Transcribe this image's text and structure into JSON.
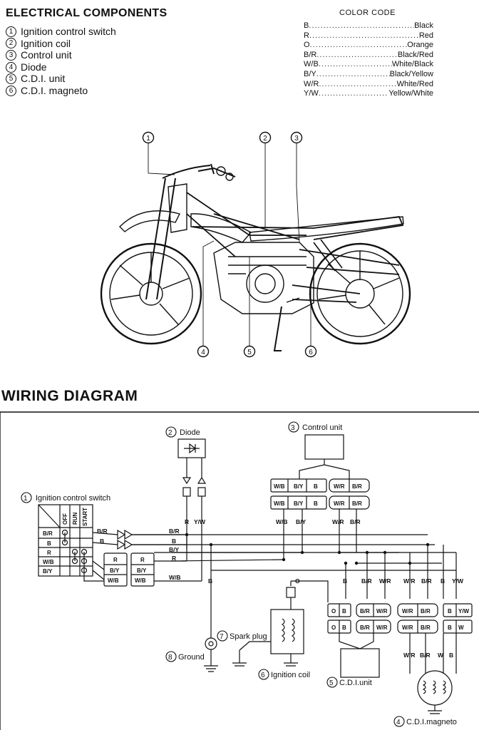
{
  "header": {
    "title": "ELECTRICAL COMPONENTS",
    "components": [
      {
        "num": "1",
        "label": "Ignition control switch"
      },
      {
        "num": "2",
        "label": "Ignition coil"
      },
      {
        "num": "3",
        "label": "Control unit"
      },
      {
        "num": "4",
        "label": "Diode"
      },
      {
        "num": "5",
        "label": "C.D.I. unit"
      },
      {
        "num": "6",
        "label": "C.D.I. magneto"
      }
    ]
  },
  "color_code": {
    "title": "COLOR CODE",
    "entries": [
      {
        "code": "B",
        "name": "Black"
      },
      {
        "code": "R",
        "name": "Red"
      },
      {
        "code": "O",
        "name": "Orange"
      },
      {
        "code": "B/R",
        "name": "Black/Red"
      },
      {
        "code": "W/B",
        "name": "White/Black"
      },
      {
        "code": "B/Y",
        "name": "Black/Yellow"
      },
      {
        "code": "W/R",
        "name": "White/Red"
      },
      {
        "code": "Y/W",
        "name": "Yellow/White"
      }
    ]
  },
  "bike_callouts": [
    "1",
    "2",
    "3",
    "4",
    "5",
    "6"
  ],
  "wiring": {
    "title": "WIRING DIAGRAM",
    "labels": {
      "diode": "Diode",
      "diode_num": "2",
      "control_unit": "Control unit",
      "control_unit_num": "3",
      "switch": "Ignition control switch",
      "switch_num": "1",
      "spark_plug": "Spark plug",
      "spark_plug_num": "7",
      "ground": "Ground",
      "ground_num": "8",
      "ignition_coil": "Ignition coil",
      "ignition_coil_num": "6",
      "cdi_unit": "C.D.I.unit",
      "cdi_unit_num": "5",
      "cdi_magneto": "C.D.I.magneto",
      "cdi_magneto_num": "4"
    },
    "switch_table": {
      "columns": [
        "OFF",
        "RUN",
        "START"
      ],
      "rows": [
        "B/R",
        "B",
        "R",
        "W/B",
        "B/Y"
      ]
    },
    "wire_labels": {
      "diode_r": "R",
      "diode_yw": "Y/W",
      "cu_wb": "W/B",
      "cu_by": "B/Y",
      "cu_wr": "W/R",
      "cu_br": "B/R",
      "bus_br": "B/R",
      "bus_b": "B",
      "bus_by": "B/Y",
      "bus_r": "R",
      "bus_wb": "W/B",
      "sw_br": "B/R",
      "sw_b": "B",
      "ground_b": "B",
      "coil_o": "O",
      "cdi_b": "B",
      "cdi_br": "B/R",
      "cdi_wr": "W/R",
      "cdi_wr2": "W/R",
      "cdi_br2": "B/R",
      "cdi_b2": "B",
      "cdi_yw": "Y/W",
      "mag_wr": "W/R",
      "mag_br": "B/R",
      "mag_w": "W",
      "mag_b": "B"
    },
    "connector_cells": {
      "cu_left_top": [
        "W/B",
        "B/Y",
        "B"
      ],
      "cu_left_bot": [
        "W/B",
        "B/Y",
        "B"
      ],
      "cu_right_top": [
        "W/R",
        "B/R"
      ],
      "cu_right_bot": [
        "W/R",
        "B/R"
      ],
      "sw_conn_a": [
        "R",
        "B/Y",
        "W/B"
      ],
      "sw_conn_b": [
        "R",
        "B/Y",
        "W/B"
      ],
      "cdi_a_top": [
        "O",
        "B"
      ],
      "cdi_a_bot": [
        "O",
        "B"
      ],
      "cdi_b_top": [
        "B/R",
        "W/R"
      ],
      "cdi_b_bot": [
        "B/R",
        "W/R"
      ],
      "cdi_c_top": [
        "W/R",
        "B/R"
      ],
      "cdi_c_bot": [
        "W/R",
        "B/R"
      ],
      "cdi_d_top": [
        "B",
        "Y/W"
      ],
      "cdi_d_bot": [
        "B",
        "W"
      ]
    }
  }
}
